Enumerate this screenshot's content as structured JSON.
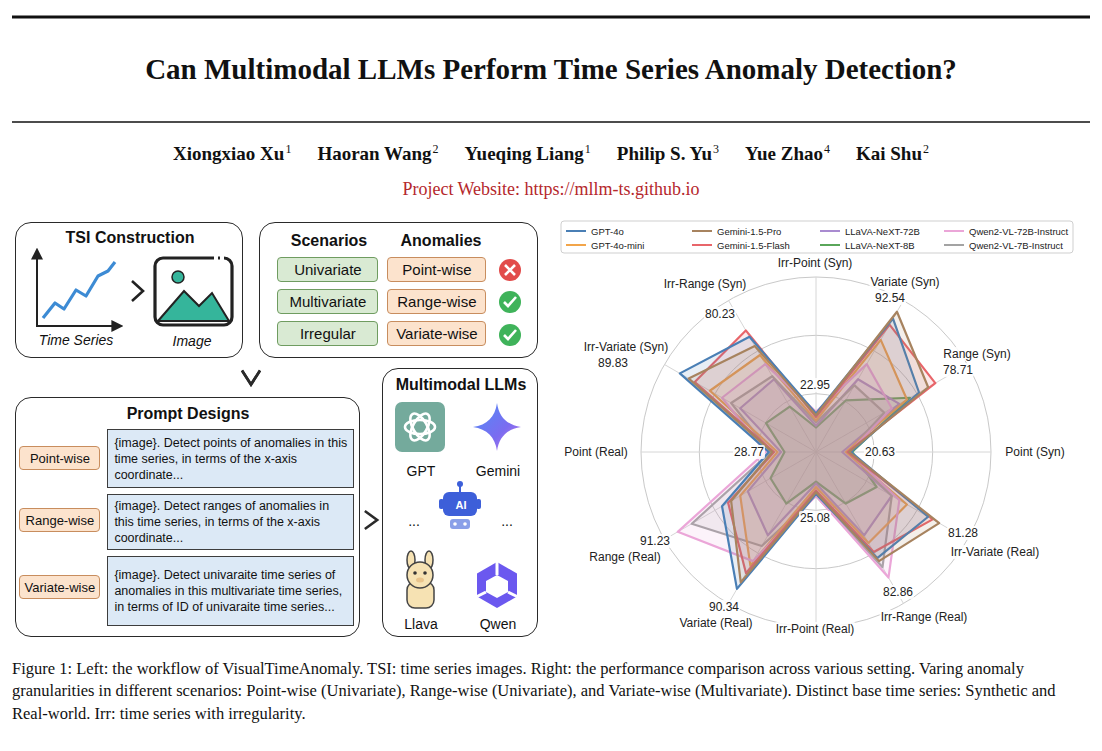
{
  "diagram": {
    "title": "Can Multimodal LLMs Perform Time Series Anomaly Detection?",
    "caption": "Figure 1: Left: the workflow of VisualTimeAnomaly. TSI: time series images. Right: the performance comparison across various setting. Varing anomaly granularities in different scenarios: Point-wise (Univariate), Range-wise (Univariate), and Variate-wise (Multivariate). Distinct base time series: Synthetic and Real-world. Irr: time series with irregularity.",
    "nodes": [
      {
        "text": [
          "TSI Construction",
          "Time Series",
          "Image"
        ]
      },
      {
        "text": [
          "Scenarios",
          "Anomalies"
        ]
      },
      {
        "text": [
          "Univariate"
        ],
        "in": 1
      },
      {
        "text": [
          "Point-wise"
        ],
        "in": 1
      },
      {
        "text": [
          "Multivariate"
        ],
        "in": 1
      },
      {
        "text": [
          "Range-wise"
        ],
        "in": 1
      },
      {
        "text": [
          "Irregular"
        ],
        "in": 1
      },
      {
        "text": [
          "Variate-wise"
        ],
        "in": 1
      },
      {
        "text": [
          "Prompt Designs"
        ]
      },
      {
        "text": [
          "Point-wise"
        ],
        "in": 8
      },
      {
        "text": [
          "{image}. Detect points of anomalies in this time series, in terms of the x-axis coordinate..."
        ],
        "in": 8
      },
      {
        "text": [
          "Range-wise"
        ],
        "in": 8
      },
      {
        "text": [
          "{image}. Detect ranges of anomalies in this time series, in terms of the x-axis coordinate..."
        ],
        "in": 8
      },
      {
        "text": [
          "Variate-wise"
        ],
        "in": 8
      },
      {
        "text": [
          "{image}. Detect univaraite time series of anomalies in this multivariate time series, in terms of ID of univaraite time series..."
        ],
        "in": 8
      },
      {
        "text": [
          "Multimodal LLMs",
          "GPT",
          "Gemini",
          "...",
          "AI",
          "...",
          "Llava",
          "Qwen"
        ]
      }
    ],
    "edges": [
      {
        "from": 0,
        "to": 8,
        "arrow": "to"
      },
      {
        "from": 1,
        "to": 8,
        "arrow": "to"
      },
      {
        "from": 8,
        "to": 15,
        "arrow": "to"
      }
    ],
    "labels": [
      "Xiongxiao Xu",
      "1",
      "Haoran Wang",
      "2",
      "Yueqing Liang",
      "1",
      "Philip S. Yu",
      "3",
      "Yue Zhao",
      "4",
      "Kai Shu",
      "2",
      "Project Website: https://mllm-ts.github.io",
      "Irr-Point (Syn)",
      "Variate (Syn)",
      "Range (Syn)",
      "Point (Syn)",
      "Irr-Variate (Real)",
      "Irr-Range (Real)",
      "Irr-Point (Real)",
      "Variate (Real)",
      "Range (Real)",
      "Point (Real)",
      "Irr-Variate (Syn)",
      "Irr-Range (Syn)",
      "22.95",
      "92.54",
      "78.71",
      "20.63",
      "81.28",
      "82.86",
      "25.08",
      "90.34",
      "91.23",
      "28.77",
      "89.83",
      "80.23"
    ],
    "legend": [
      {
        "text": "GPT-4o",
        "color": "#4a7fb5"
      },
      {
        "text": "Gemini-1.5-Pro",
        "color": "#a7835f"
      },
      {
        "text": "LLaVA-NeXT-72B",
        "color": "#a98bd0"
      },
      {
        "text": "Qwen2-VL-72B-Instruct",
        "color": "#eba6d8"
      },
      {
        "text": "GPT-4o-mini",
        "color": "#f2a54a"
      },
      {
        "text": "Gemini-1.5-Flash",
        "color": "#e8656a"
      },
      {
        "text": "LLaVA-NeXT-8B",
        "color": "#5aa65a"
      },
      {
        "text": "Qwen2-VL-7B-Instruct",
        "color": "#a3a3a3"
      }
    ]
  }
}
